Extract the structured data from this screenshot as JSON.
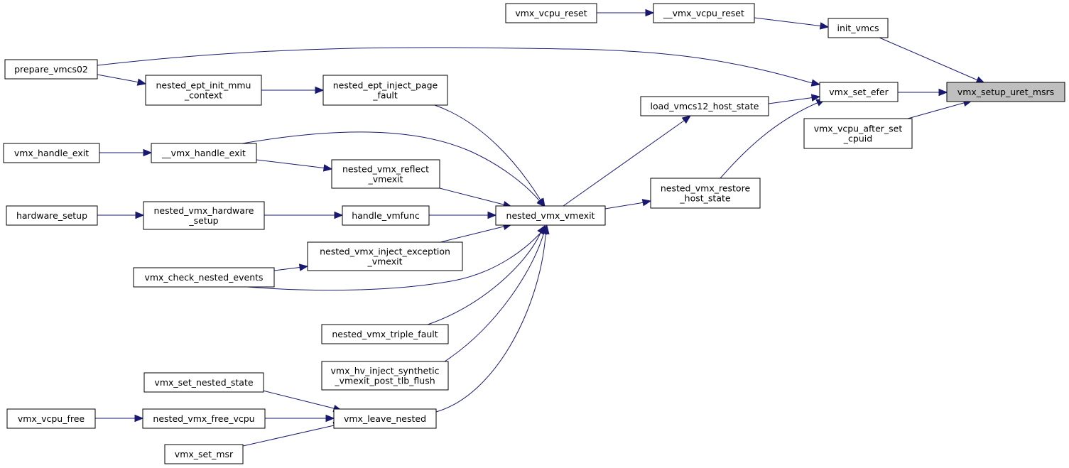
{
  "diagram": {
    "root": "vmx_setup_uret_msrs",
    "colors": {
      "edge": "#191970",
      "node_border": "#000000",
      "node_fill": "#ffffff",
      "root_fill": "#bfbfbf"
    },
    "nodes": {
      "vmx_setup_uret_msrs": [
        "vmx_setup_uret_msrs"
      ],
      "init_vmcs": [
        "init_vmcs"
      ],
      "vmx_set_efer": [
        "vmx_set_efer"
      ],
      "vmx_vcpu_after_set_cpuid": [
        "vmx_vcpu_after_set",
        "_cpuid"
      ],
      "__vmx_vcpu_reset": [
        "__vmx_vcpu_reset"
      ],
      "vmx_vcpu_reset": [
        "vmx_vcpu_reset"
      ],
      "prepare_vmcs02": [
        "prepare_vmcs02"
      ],
      "load_vmcs12_host_state": [
        "load_vmcs12_host_state"
      ],
      "nested_vmx_restore_host_state": [
        "nested_vmx_restore",
        "_host_state"
      ],
      "nested_vmx_vmexit": [
        "nested_vmx_vmexit"
      ],
      "nested_ept_inject_page_fault": [
        "nested_ept_inject_page",
        "_fault"
      ],
      "nested_ept_init_mmu_context": [
        "nested_ept_init_mmu",
        "_context"
      ],
      "__vmx_handle_exit": [
        "__vmx_handle_exit"
      ],
      "vmx_handle_exit": [
        "vmx_handle_exit"
      ],
      "nested_vmx_reflect_vmexit": [
        "nested_vmx_reflect",
        "_vmexit"
      ],
      "handle_vmfunc": [
        "handle_vmfunc"
      ],
      "nested_vmx_hardware_setup": [
        "nested_vmx_hardware",
        "_setup"
      ],
      "hardware_setup": [
        "hardware_setup"
      ],
      "nested_vmx_inject_exception_vmexit": [
        "nested_vmx_inject_exception",
        "_vmexit"
      ],
      "vmx_check_nested_events": [
        "vmx_check_nested_events"
      ],
      "nested_vmx_triple_fault": [
        "nested_vmx_triple_fault"
      ],
      "vmx_hv_inject_synthetic_vmexit_post_tlb_flush": [
        "vmx_hv_inject_synthetic",
        "_vmexit_post_tlb_flush"
      ],
      "vmx_leave_nested": [
        "vmx_leave_nested"
      ],
      "vmx_set_nested_state": [
        "vmx_set_nested_state"
      ],
      "nested_vmx_free_vcpu": [
        "nested_vmx_free_vcpu"
      ],
      "vmx_vcpu_free": [
        "vmx_vcpu_free"
      ],
      "vmx_set_msr": [
        "vmx_set_msr"
      ]
    },
    "edges": [
      [
        "init_vmcs",
        "vmx_setup_uret_msrs"
      ],
      [
        "vmx_set_efer",
        "vmx_setup_uret_msrs"
      ],
      [
        "vmx_vcpu_after_set_cpuid",
        "vmx_setup_uret_msrs"
      ],
      [
        "__vmx_vcpu_reset",
        "init_vmcs"
      ],
      [
        "vmx_vcpu_reset",
        "__vmx_vcpu_reset"
      ],
      [
        "prepare_vmcs02",
        "vmx_set_efer"
      ],
      [
        "load_vmcs12_host_state",
        "vmx_set_efer"
      ],
      [
        "nested_vmx_restore_host_state",
        "vmx_set_efer"
      ],
      [
        "nested_vmx_vmexit",
        "load_vmcs12_host_state"
      ],
      [
        "nested_vmx_vmexit",
        "nested_vmx_restore_host_state"
      ],
      [
        "nested_ept_inject_page_fault",
        "nested_vmx_vmexit"
      ],
      [
        "__vmx_handle_exit",
        "nested_vmx_vmexit"
      ],
      [
        "nested_vmx_reflect_vmexit",
        "nested_vmx_vmexit"
      ],
      [
        "handle_vmfunc",
        "nested_vmx_vmexit"
      ],
      [
        "nested_vmx_inject_exception_vmexit",
        "nested_vmx_vmexit"
      ],
      [
        "vmx_check_nested_events",
        "nested_vmx_vmexit"
      ],
      [
        "nested_vmx_triple_fault",
        "nested_vmx_vmexit"
      ],
      [
        "vmx_hv_inject_synthetic_vmexit_post_tlb_flush",
        "nested_vmx_vmexit"
      ],
      [
        "vmx_leave_nested",
        "nested_vmx_vmexit"
      ],
      [
        "nested_ept_init_mmu_context",
        "nested_ept_inject_page_fault"
      ],
      [
        "prepare_vmcs02",
        "nested_ept_init_mmu_context"
      ],
      [
        "vmx_handle_exit",
        "__vmx_handle_exit"
      ],
      [
        "__vmx_handle_exit",
        "nested_vmx_reflect_vmexit"
      ],
      [
        "nested_vmx_hardware_setup",
        "handle_vmfunc"
      ],
      [
        "hardware_setup",
        "nested_vmx_hardware_setup"
      ],
      [
        "vmx_check_nested_events",
        "nested_vmx_inject_exception_vmexit"
      ],
      [
        "vmx_set_nested_state",
        "vmx_leave_nested"
      ],
      [
        "nested_vmx_free_vcpu",
        "vmx_leave_nested"
      ],
      [
        "vmx_set_msr",
        "vmx_leave_nested"
      ],
      [
        "vmx_vcpu_free",
        "nested_vmx_free_vcpu"
      ]
    ]
  }
}
